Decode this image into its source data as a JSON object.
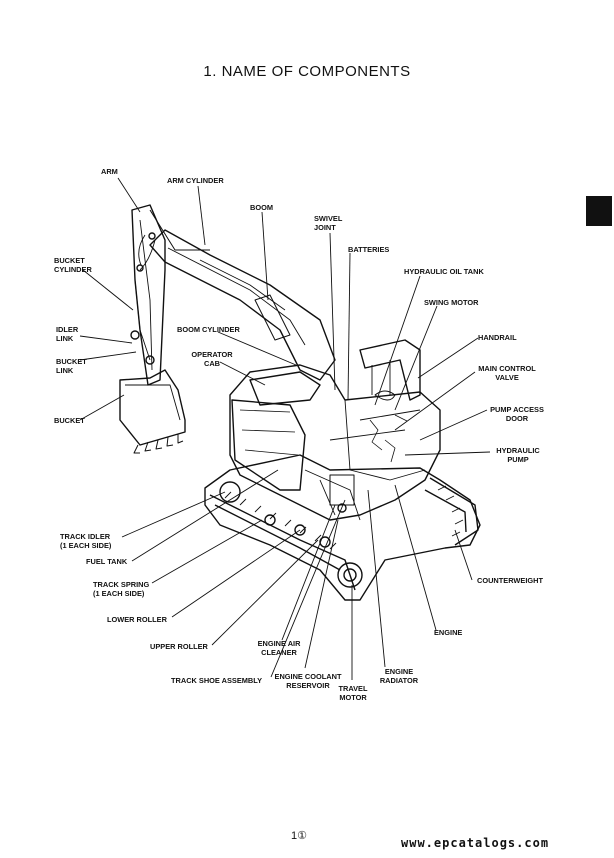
{
  "title": "1.   NAME OF COMPONENTS",
  "page_number": "1①",
  "watermark": "www.epcatalogs.com",
  "labels": {
    "arm": "ARM",
    "arm_cylinder": "ARM CYLINDER",
    "boom": "BOOM",
    "swivel_joint": "SWIVEL\nJOINT",
    "batteries": "BATTERIES",
    "hydraulic_oil_tank": "HYDRAULIC OIL TANK",
    "swing_motor": "SWING MOTOR",
    "bucket_cylinder": "BUCKET\nCYLINDER",
    "idler_link": "IDLER\nLINK",
    "boom_cylinder": "BOOM CYLINDER",
    "handrail": "HANDRAIL",
    "operator_cab": "OPERATOR\nCAB",
    "bucket_link": "BUCKET\nLINK",
    "main_control_valve": "MAIN CONTROL\nVALVE",
    "bucket": "BUCKET",
    "pump_access_door": "PUMP ACCESS\nDOOR",
    "hydraulic_pump": "HYDRAULIC\nPUMP",
    "track_idler": "TRACK IDLER\n(1 EACH SIDE)",
    "fuel_tank": "FUEL TANK",
    "track_spring": "TRACK SPRING\n(1 EACH SIDE)",
    "counterweight": "COUNTERWEIGHT",
    "lower_roller": "LOWER ROLLER",
    "engine": "ENGINE",
    "upper_roller": "UPPER ROLLER",
    "engine_air_cleaner": "ENGINE AIR\nCLEANER",
    "engine_radiator": "ENGINE\nRADIATOR",
    "track_shoe_assembly": "TRACK SHOE ASSEMBLY",
    "engine_coolant_reservoir": "ENGINE COOLANT\nRESERVOIR",
    "travel_motor": "TRAVEL\nMOTOR"
  }
}
